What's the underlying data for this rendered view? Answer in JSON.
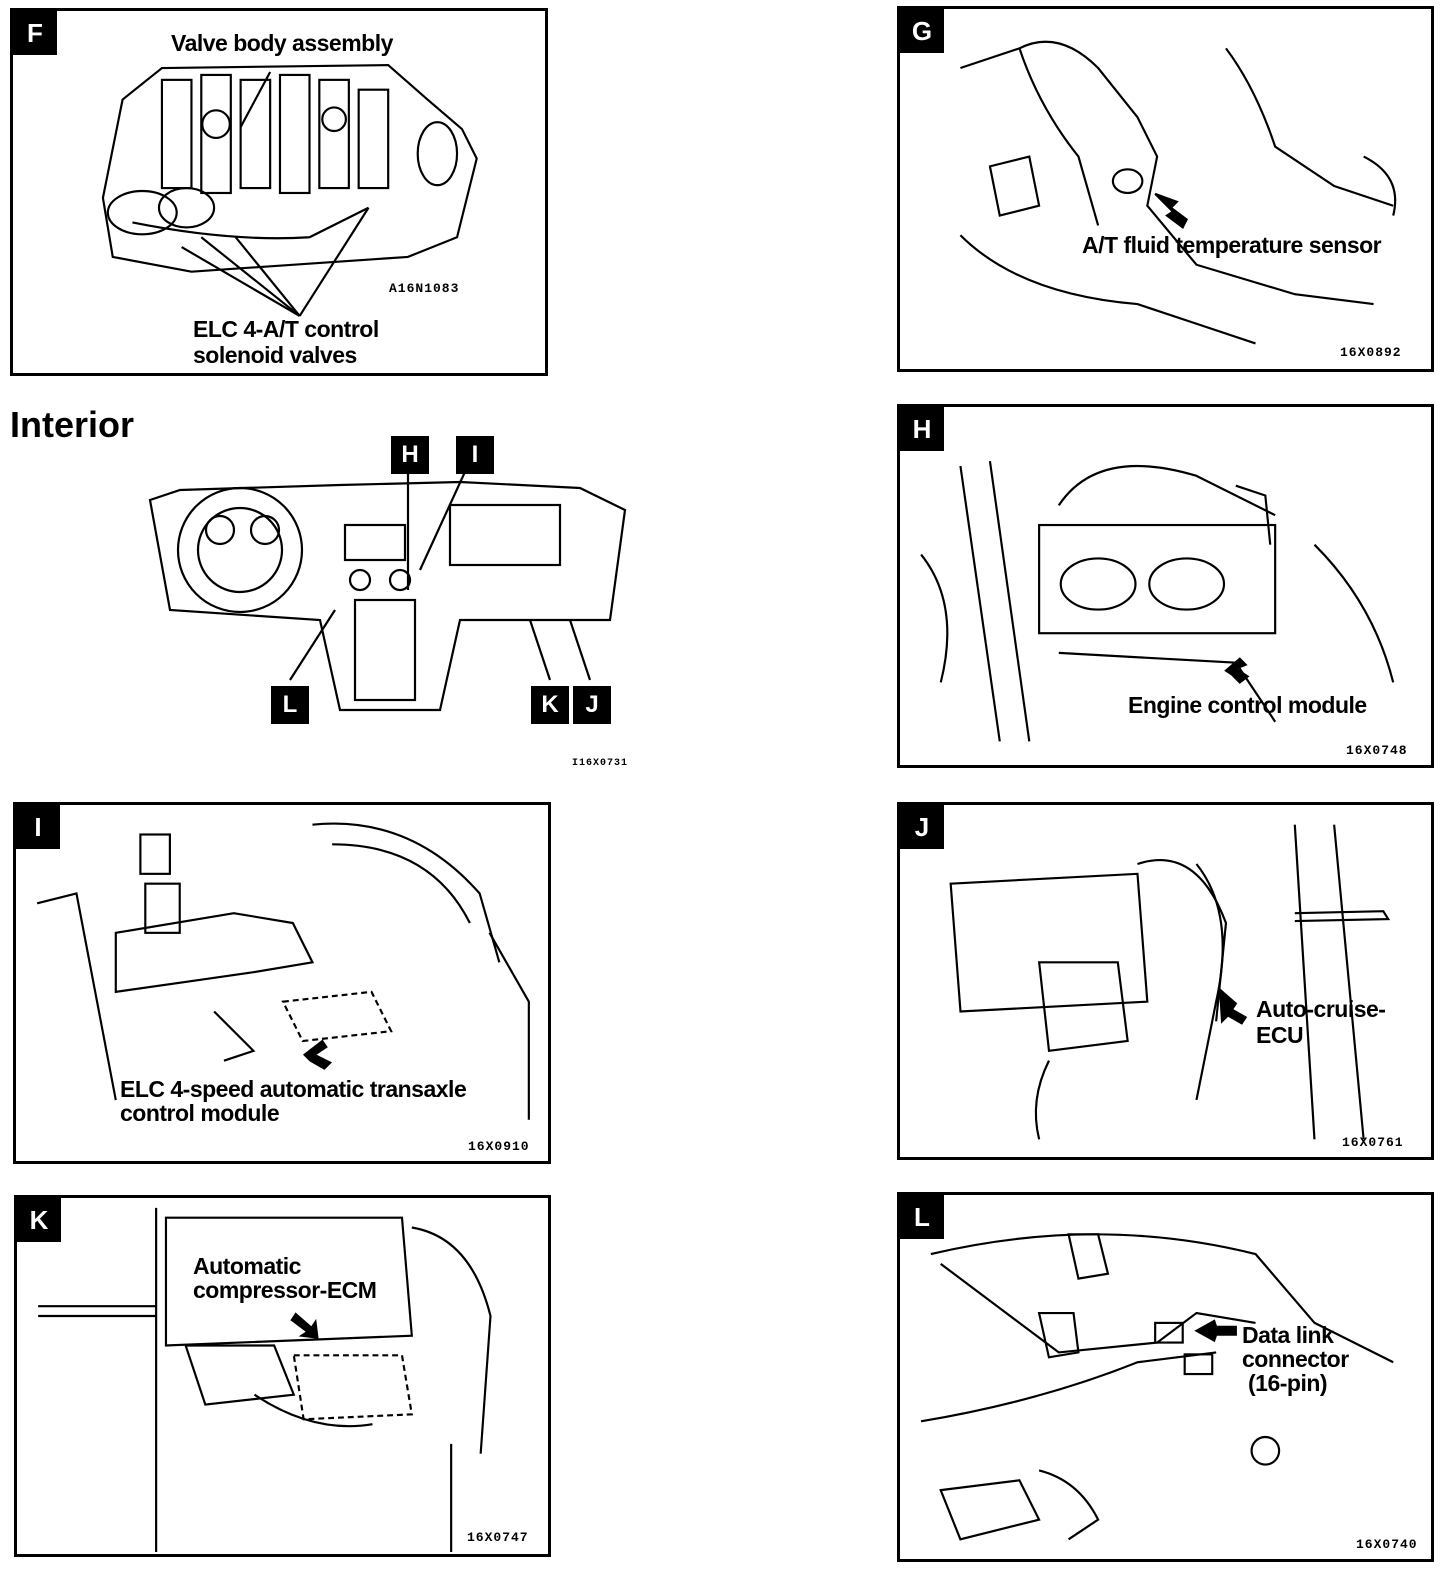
{
  "interior_heading": "Interior",
  "panels": {
    "F": {
      "tag": "F",
      "label1": "Valve body assembly",
      "label2_line1": "ELC 4-A/T control",
      "label2_line2": "solenoid valves",
      "code": "A16N1083"
    },
    "G": {
      "tag": "G",
      "label1": "A/T fluid temperature sensor",
      "code": "16X0892"
    },
    "H": {
      "tag": "H",
      "label1": "Engine control module",
      "code": "16X0748"
    },
    "I": {
      "tag": "I",
      "label1_line1": "ELC 4-speed automatic transaxle",
      "label1_line2": "control module",
      "code": "16X0910"
    },
    "J": {
      "tag": "J",
      "label1_line1": "Auto-cruise-",
      "label1_line2": "ECU",
      "code": "16X0761"
    },
    "K": {
      "tag": "K",
      "label1_line1": "Automatic",
      "label1_line2": "compressor-ECM",
      "code": "16X0747"
    },
    "L": {
      "tag": "L",
      "label1_line1": "Data link",
      "label1_line2": "connector",
      "label1_line3": "(16-pin)",
      "code": "16X0740"
    }
  },
  "interior_diagram": {
    "callouts": [
      "H",
      "I",
      "L",
      "K",
      "J"
    ],
    "code": "I16X0731"
  }
}
